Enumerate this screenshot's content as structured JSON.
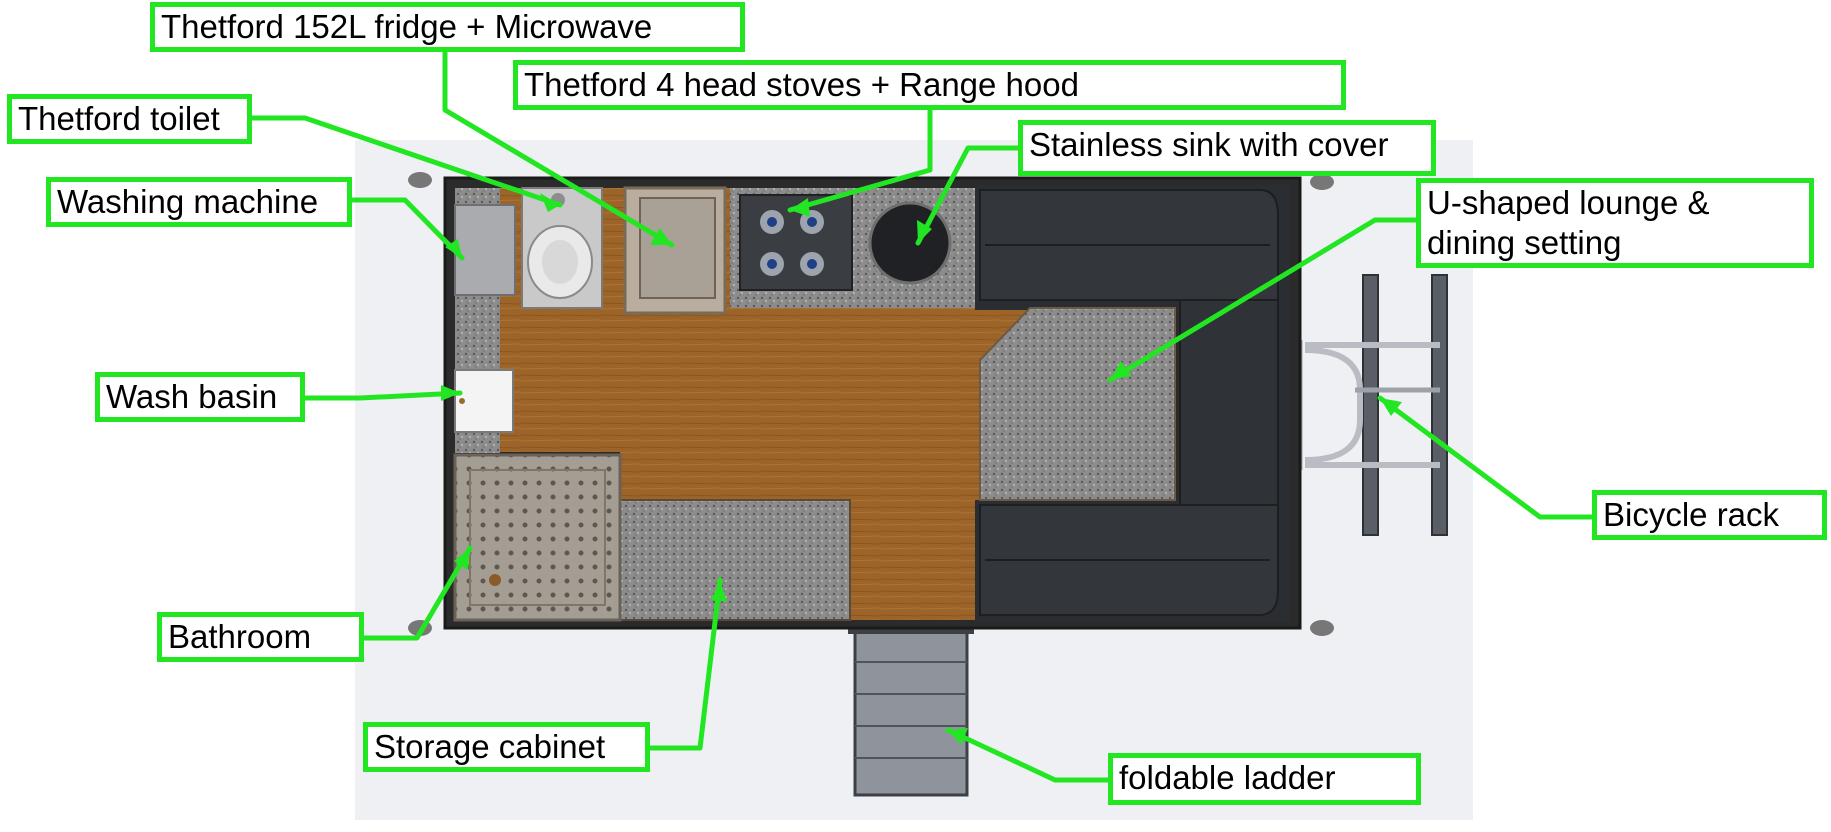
{
  "colors": {
    "callout": "#22e622",
    "background": "#ffffff",
    "wall": "#2b2b2b",
    "wood": "#9c6428",
    "granite": "#8a8a8a",
    "lounge": "#2a2d31",
    "ladder": "#8f949c"
  },
  "labels": {
    "fridge": "Thetford 152L fridge + Microwave",
    "stoves": "Thetford 4 head stoves + Range hood",
    "toilet": "Thetford toilet",
    "sink": "Stainless sink with cover",
    "washer": "Washing machine",
    "lounge": "U-shaped lounge & dining setting",
    "basin": "Wash basin",
    "bicycle": "Bicycle rack",
    "bathroom": "Bathroom",
    "storage": "Storage cabinet",
    "ladder": "foldable ladder"
  }
}
